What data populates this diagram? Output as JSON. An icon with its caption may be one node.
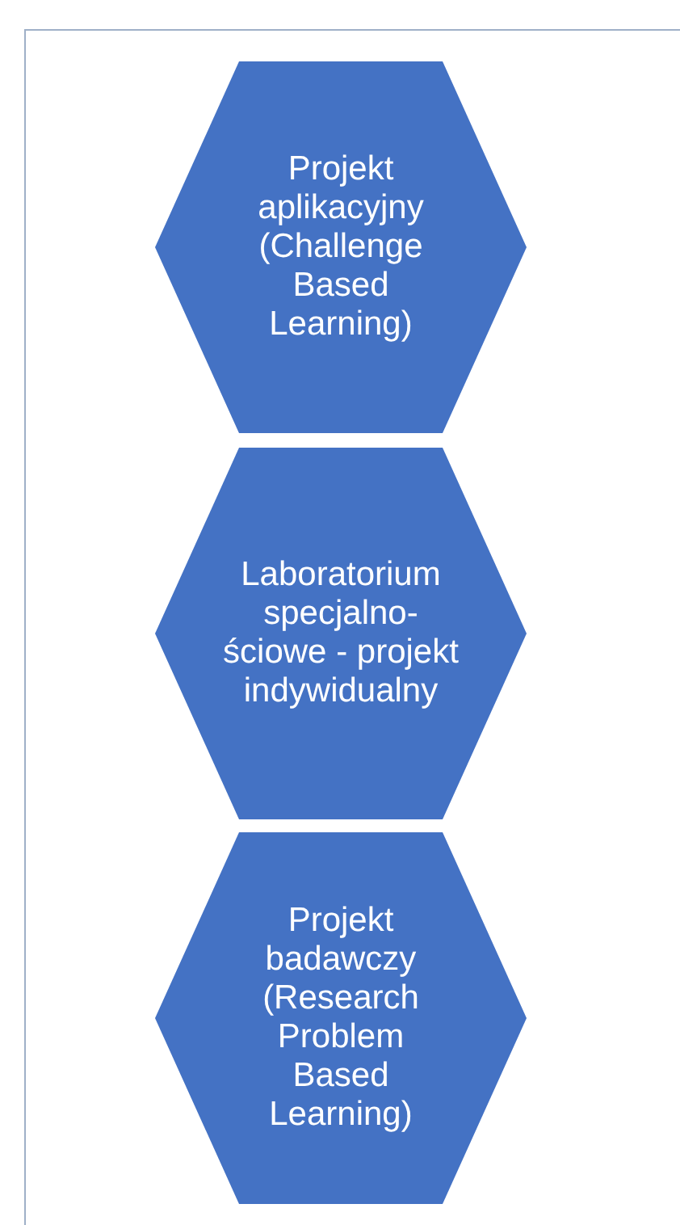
{
  "diagram": {
    "nodes": [
      {
        "text": [
          "Projekt aplikacyjny (Challenge Based Learning)"
        ]
      },
      {
        "text": [
          "Laboratorium specjalno- ściowe - projekt indywidualny"
        ]
      },
      {
        "text": [
          "Projekt badawczy (Research Problem Based Learning)"
        ]
      }
    ]
  }
}
